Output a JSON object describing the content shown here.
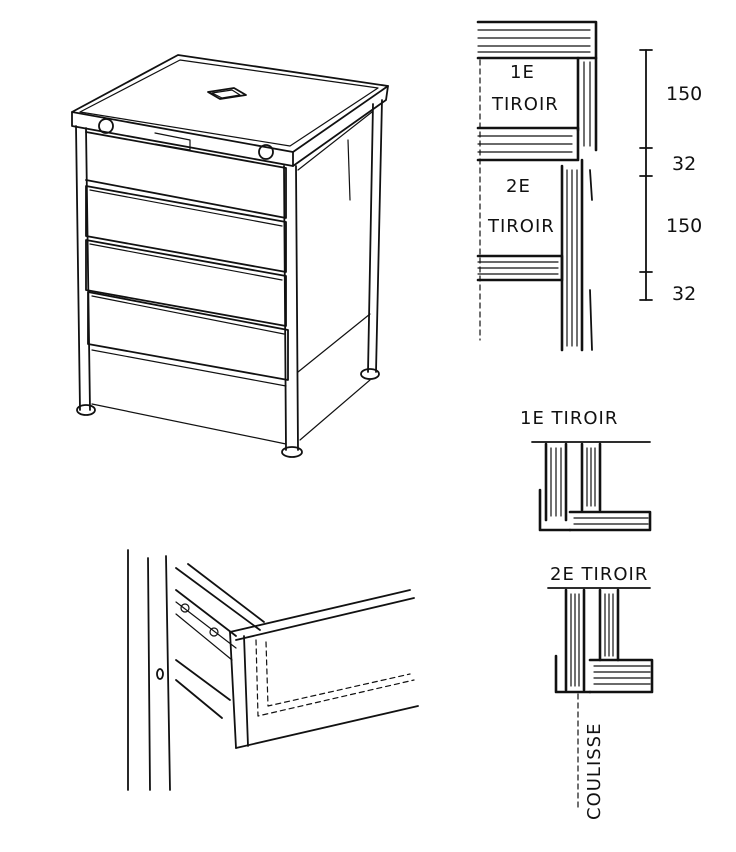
{
  "detail_section": {
    "drawer1_label": "1E",
    "drawer1_word": "TIROIR",
    "drawer2_label": "2E",
    "drawer2_word": "TIROIR"
  },
  "dimensions": {
    "d1": "150",
    "d2": "32",
    "d3": "150",
    "d4": "32"
  },
  "joint_details": {
    "drawer1_title": "1E TIROIR",
    "drawer2_title": "2E TIROIR",
    "slide_label": "COULISSE"
  },
  "colors": {
    "ink": "#111111",
    "paper": "#ffffff"
  }
}
